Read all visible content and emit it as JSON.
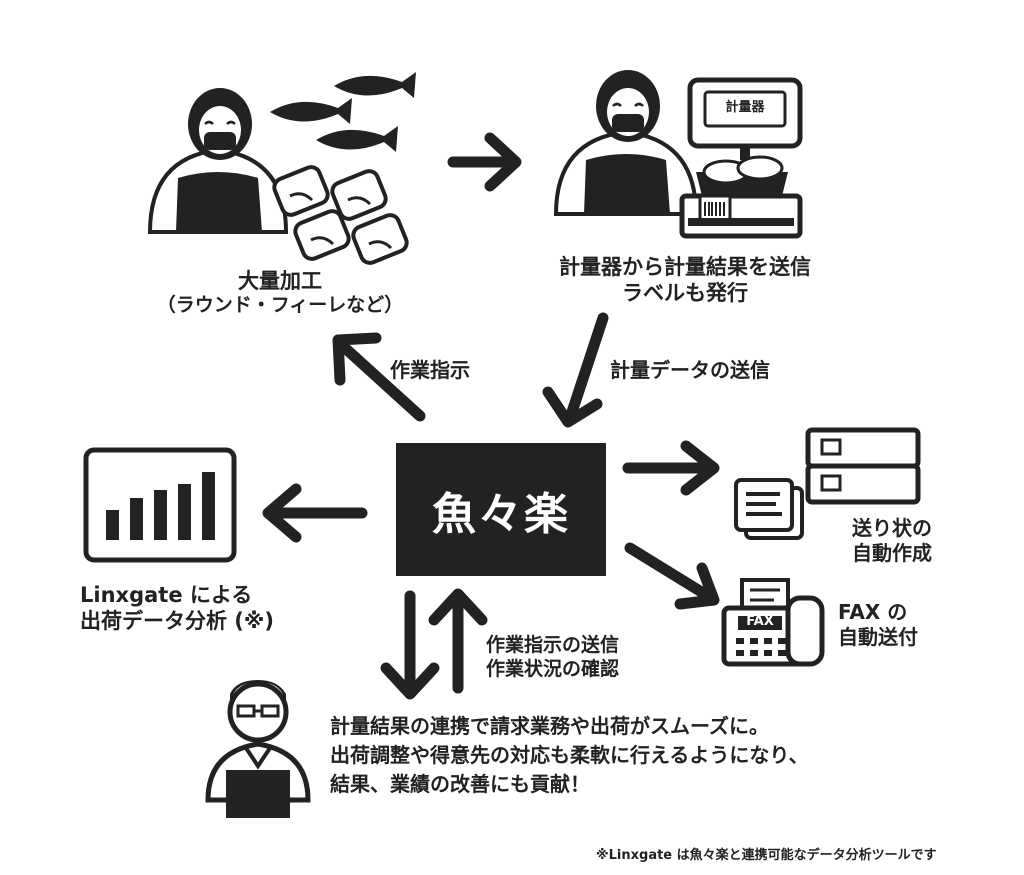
{
  "process": {
    "bulk": {
      "line1": "大量加工",
      "line2": "（ラウンド・フィーレなど）"
    },
    "scale_caption": {
      "line1": "計量器から計量結果を送信",
      "line2": "ラベルも発行"
    },
    "scale_screen": "計量器"
  },
  "flows": {
    "instruction": "作業指示",
    "weight_data": "計量データの送信",
    "office_line1": "作業指示の送信",
    "office_line2": "作業状況の確認"
  },
  "center": {
    "name": "魚々楽"
  },
  "analysis": {
    "line1": "Linxgate による",
    "line2": "出荷データ分析 (※)"
  },
  "shipping": {
    "line1": "送り状の",
    "line2": "自動作成"
  },
  "fax": {
    "line1": "FAX の",
    "line2": "自動送付",
    "machine_label": "FAX"
  },
  "benefit": {
    "line1": "計量結果の連携で請求業務や出荷がスムーズに。",
    "line2": "出荷調整や得意先の対応も柔軟に行えるようになり、",
    "line3": "結果、業績の改善にも貢献！"
  },
  "footnote": "※Linxgate は魚々楽と連携可能なデータ分析ツールです",
  "colors": {
    "ink": "#222222",
    "background": "#ffffff"
  },
  "icons": [
    "worker-icon",
    "fish-icon",
    "fillet-icon",
    "weighing-scale-icon",
    "bar-chart-icon",
    "server-box-icon",
    "document-stack-icon",
    "fax-machine-icon",
    "office-staff-icon"
  ]
}
